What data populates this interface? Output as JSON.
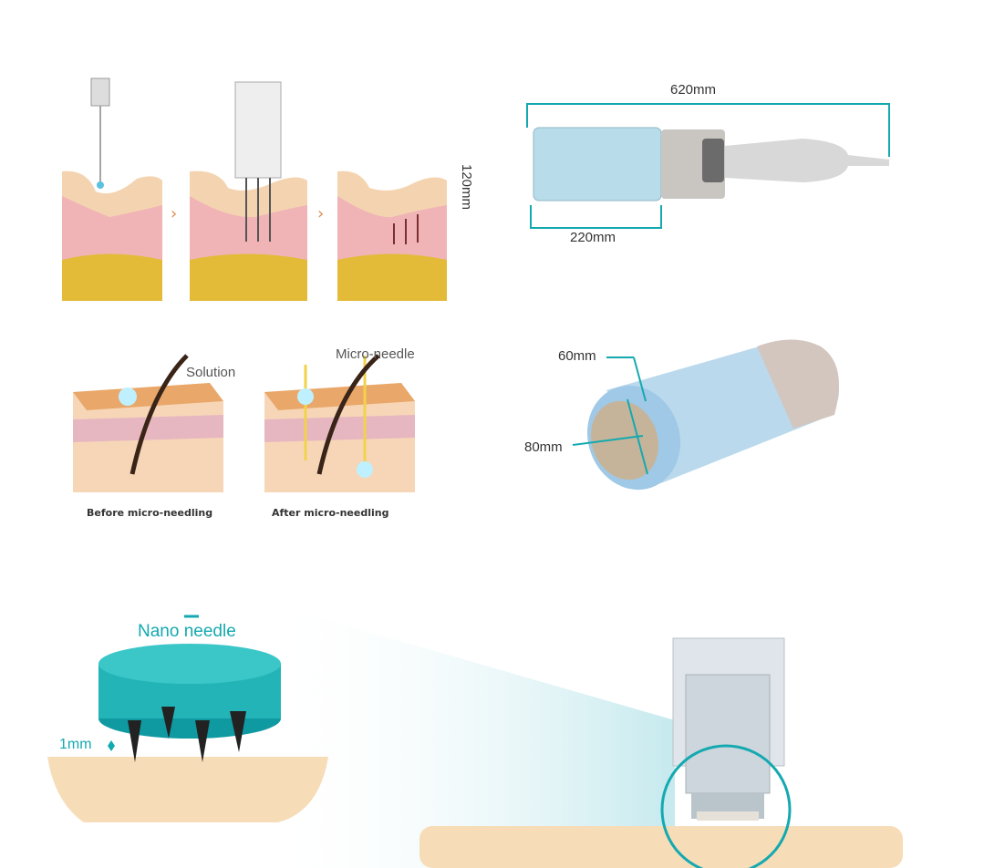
{
  "top_right": {
    "length_label": "620mm",
    "height_label": "120mm",
    "tip_label": "220mm"
  },
  "mid_left": {
    "solution_label": "Solution",
    "microneedle_label": "Micro-needle",
    "before_caption": "Before micro-needling",
    "after_caption": "After micro-needling"
  },
  "mid_right": {
    "label_60": "60mm",
    "label_80": "80mm"
  },
  "bottom": {
    "nano_label": "Nano needle",
    "depth_label": "1mm"
  },
  "colors": {
    "teal": "#14a9b0",
    "skin": "#f7dcb8",
    "fat": "#e7c34a"
  }
}
